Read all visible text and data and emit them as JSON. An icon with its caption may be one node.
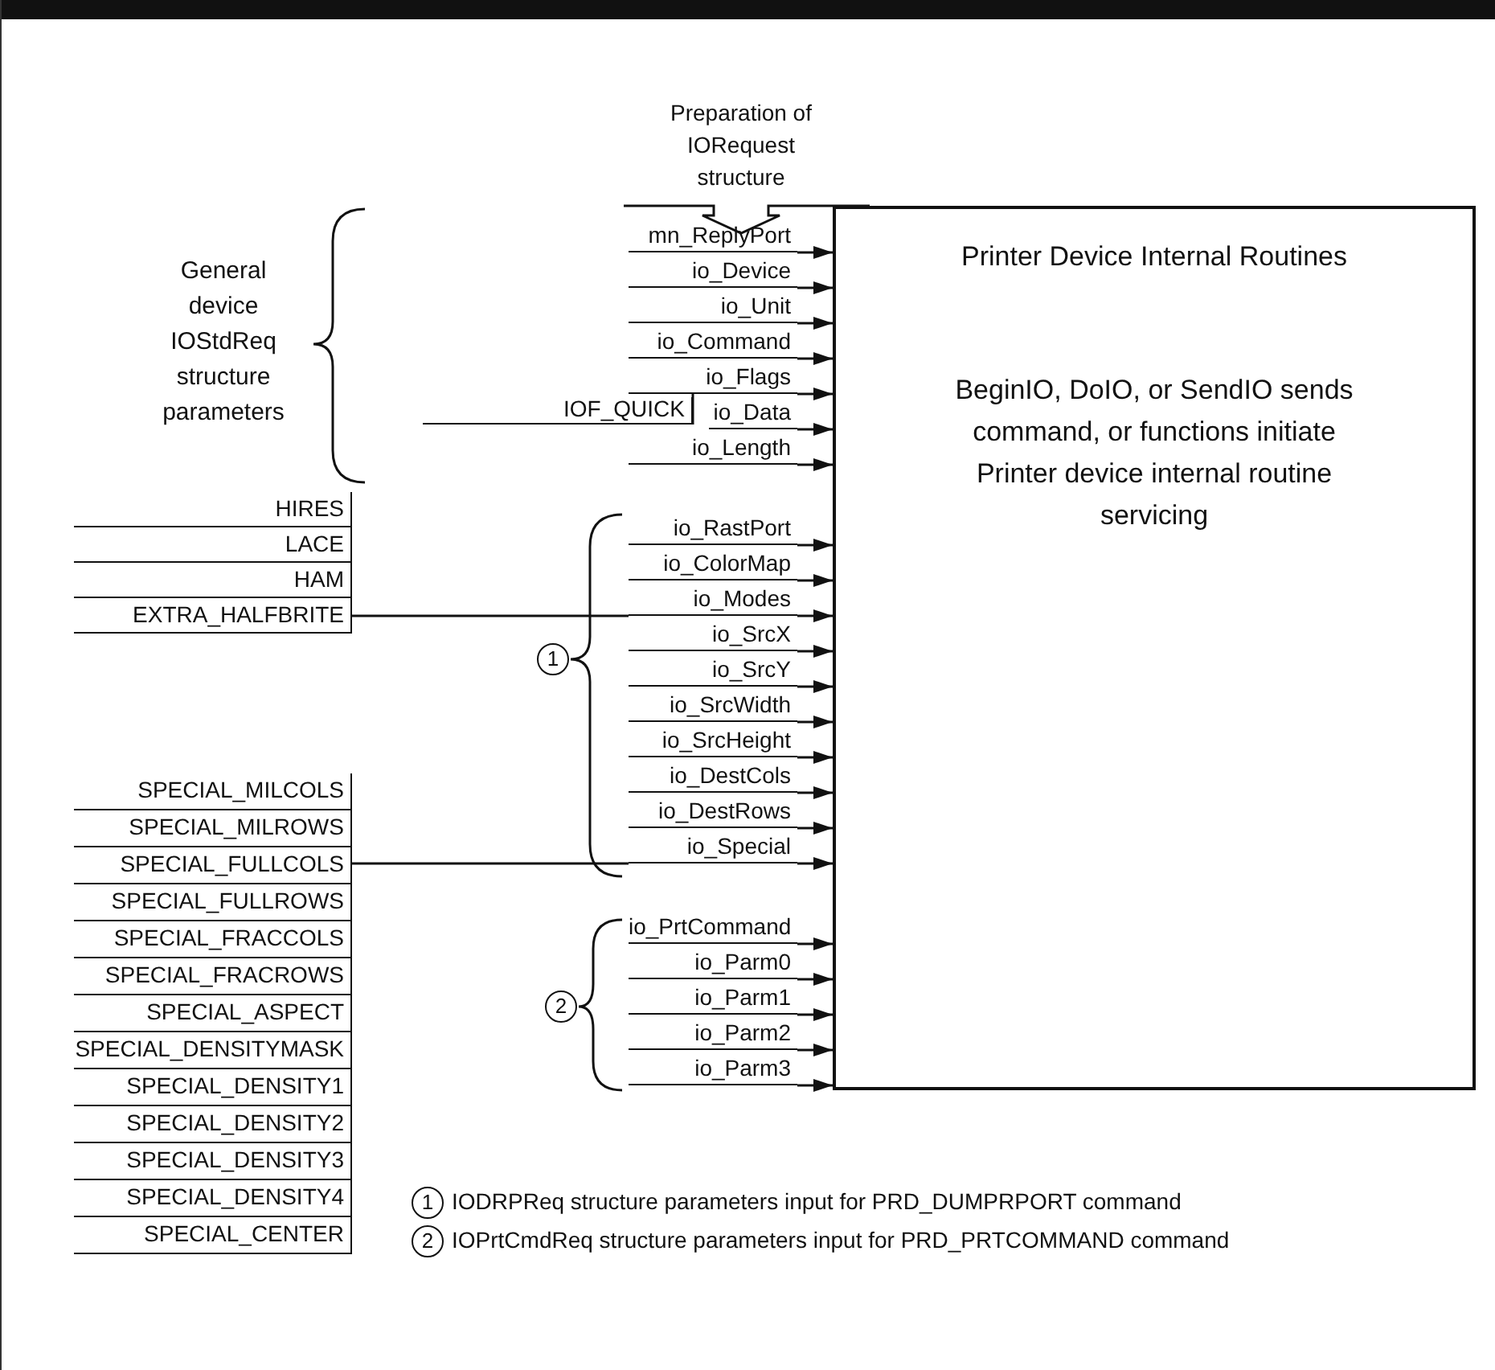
{
  "diagram": {
    "nodes": [
      {
        "text": [
          "Printer Device Internal Routines",
          "BeginIO, DoIO, or SendIO sends command, or functions initiate Printer device internal routine servicing"
        ]
      },
      {
        "text": [
          "mn_ReplyPort"
        ]
      },
      {
        "text": [
          "io_Device"
        ]
      },
      {
        "text": [
          "io_Unit"
        ]
      },
      {
        "text": [
          "io_Command"
        ]
      },
      {
        "text": [
          "io_Flags"
        ]
      },
      {
        "text": [
          "io_Data"
        ]
      },
      {
        "text": [
          "io_Length"
        ]
      },
      {
        "text": [
          "io_RastPort"
        ]
      },
      {
        "text": [
          "io_ColorMap"
        ]
      },
      {
        "text": [
          "io_Modes"
        ]
      },
      {
        "text": [
          "io_SrcX"
        ]
      },
      {
        "text": [
          "io_SrcY"
        ]
      },
      {
        "text": [
          "io_SrcWidth"
        ]
      },
      {
        "text": [
          "io_SrcHeight"
        ]
      },
      {
        "text": [
          "io_DestCols"
        ]
      },
      {
        "text": [
          "io_DestRows"
        ]
      },
      {
        "text": [
          "io_Special"
        ]
      },
      {
        "text": [
          "io_PrtCommand"
        ]
      },
      {
        "text": [
          "io_Parm0"
        ]
      },
      {
        "text": [
          "io_Parm1"
        ]
      },
      {
        "text": [
          "io_Parm2"
        ]
      },
      {
        "text": [
          "io_Parm3"
        ]
      },
      {
        "text": [
          "IOF_QUICK"
        ]
      },
      {
        "text": [
          "HIRES"
        ]
      },
      {
        "text": [
          "LACE"
        ]
      },
      {
        "text": [
          "HAM"
        ]
      },
      {
        "text": [
          "EXTRA_HALFBRITE"
        ]
      },
      {
        "text": [
          "SPECIAL_MILCOLS"
        ]
      },
      {
        "text": [
          "SPECIAL_MILROWS"
        ]
      },
      {
        "text": [
          "SPECIAL_FULLCOLS"
        ]
      },
      {
        "text": [
          "SPECIAL_FULLROWS"
        ]
      },
      {
        "text": [
          "SPECIAL_FRACCOLS"
        ]
      },
      {
        "text": [
          "SPECIAL_FRACROWS"
        ]
      },
      {
        "text": [
          "SPECIAL_ASPECT"
        ]
      },
      {
        "text": [
          "SPECIAL_DENSITYMASK"
        ]
      },
      {
        "text": [
          "SPECIAL_DENSITY1"
        ]
      },
      {
        "text": [
          "SPECIAL_DENSITY2"
        ]
      },
      {
        "text": [
          "SPECIAL_DENSITY3"
        ]
      },
      {
        "text": [
          "SPECIAL_DENSITY4"
        ]
      },
      {
        "text": [
          "SPECIAL_CENTER"
        ]
      }
    ],
    "edges": [
      {
        "from": 1,
        "to": 0,
        "arrow": "to"
      },
      {
        "from": 2,
        "to": 0,
        "arrow": "to"
      },
      {
        "from": 3,
        "to": 0,
        "arrow": "to"
      },
      {
        "from": 4,
        "to": 0,
        "arrow": "to"
      },
      {
        "from": 5,
        "to": 0,
        "arrow": "to"
      },
      {
        "from": 6,
        "to": 0,
        "arrow": "to"
      },
      {
        "from": 7,
        "to": 0,
        "arrow": "to"
      },
      {
        "from": 8,
        "to": 0,
        "arrow": "to"
      },
      {
        "from": 9,
        "to": 0,
        "arrow": "to"
      },
      {
        "from": 10,
        "to": 0,
        "arrow": "to"
      },
      {
        "from": 11,
        "to": 0,
        "arrow": "to"
      },
      {
        "from": 12,
        "to": 0,
        "arrow": "to"
      },
      {
        "from": 13,
        "to": 0,
        "arrow": "to"
      },
      {
        "from": 14,
        "to": 0,
        "arrow": "to"
      },
      {
        "from": 15,
        "to": 0,
        "arrow": "to"
      },
      {
        "from": 16,
        "to": 0,
        "arrow": "to"
      },
      {
        "from": 17,
        "to": 0,
        "arrow": "to"
      },
      {
        "from": 18,
        "to": 0,
        "arrow": "to"
      },
      {
        "from": 19,
        "to": 0,
        "arrow": "to"
      },
      {
        "from": 20,
        "to": 0,
        "arrow": "to"
      },
      {
        "from": 21,
        "to": 0,
        "arrow": "to"
      },
      {
        "from": 22,
        "to": 0,
        "arrow": "to"
      },
      {
        "from": 23,
        "to": 5,
        "arrow": "none"
      },
      {
        "from": 27,
        "to": 10,
        "arrow": "none"
      },
      {
        "from": 30,
        "to": 17,
        "arrow": "none"
      }
    ],
    "labels": [
      "Preparation of IORequest structure",
      "General device IOStdReq structure parameters",
      "1",
      "2",
      "1",
      "IODRPReq structure parameters input for PRD_DUMPRPORT command",
      "2",
      "IOPrtCmdReq structure parameters input for PRD_PRTCOMMAND command"
    ]
  }
}
